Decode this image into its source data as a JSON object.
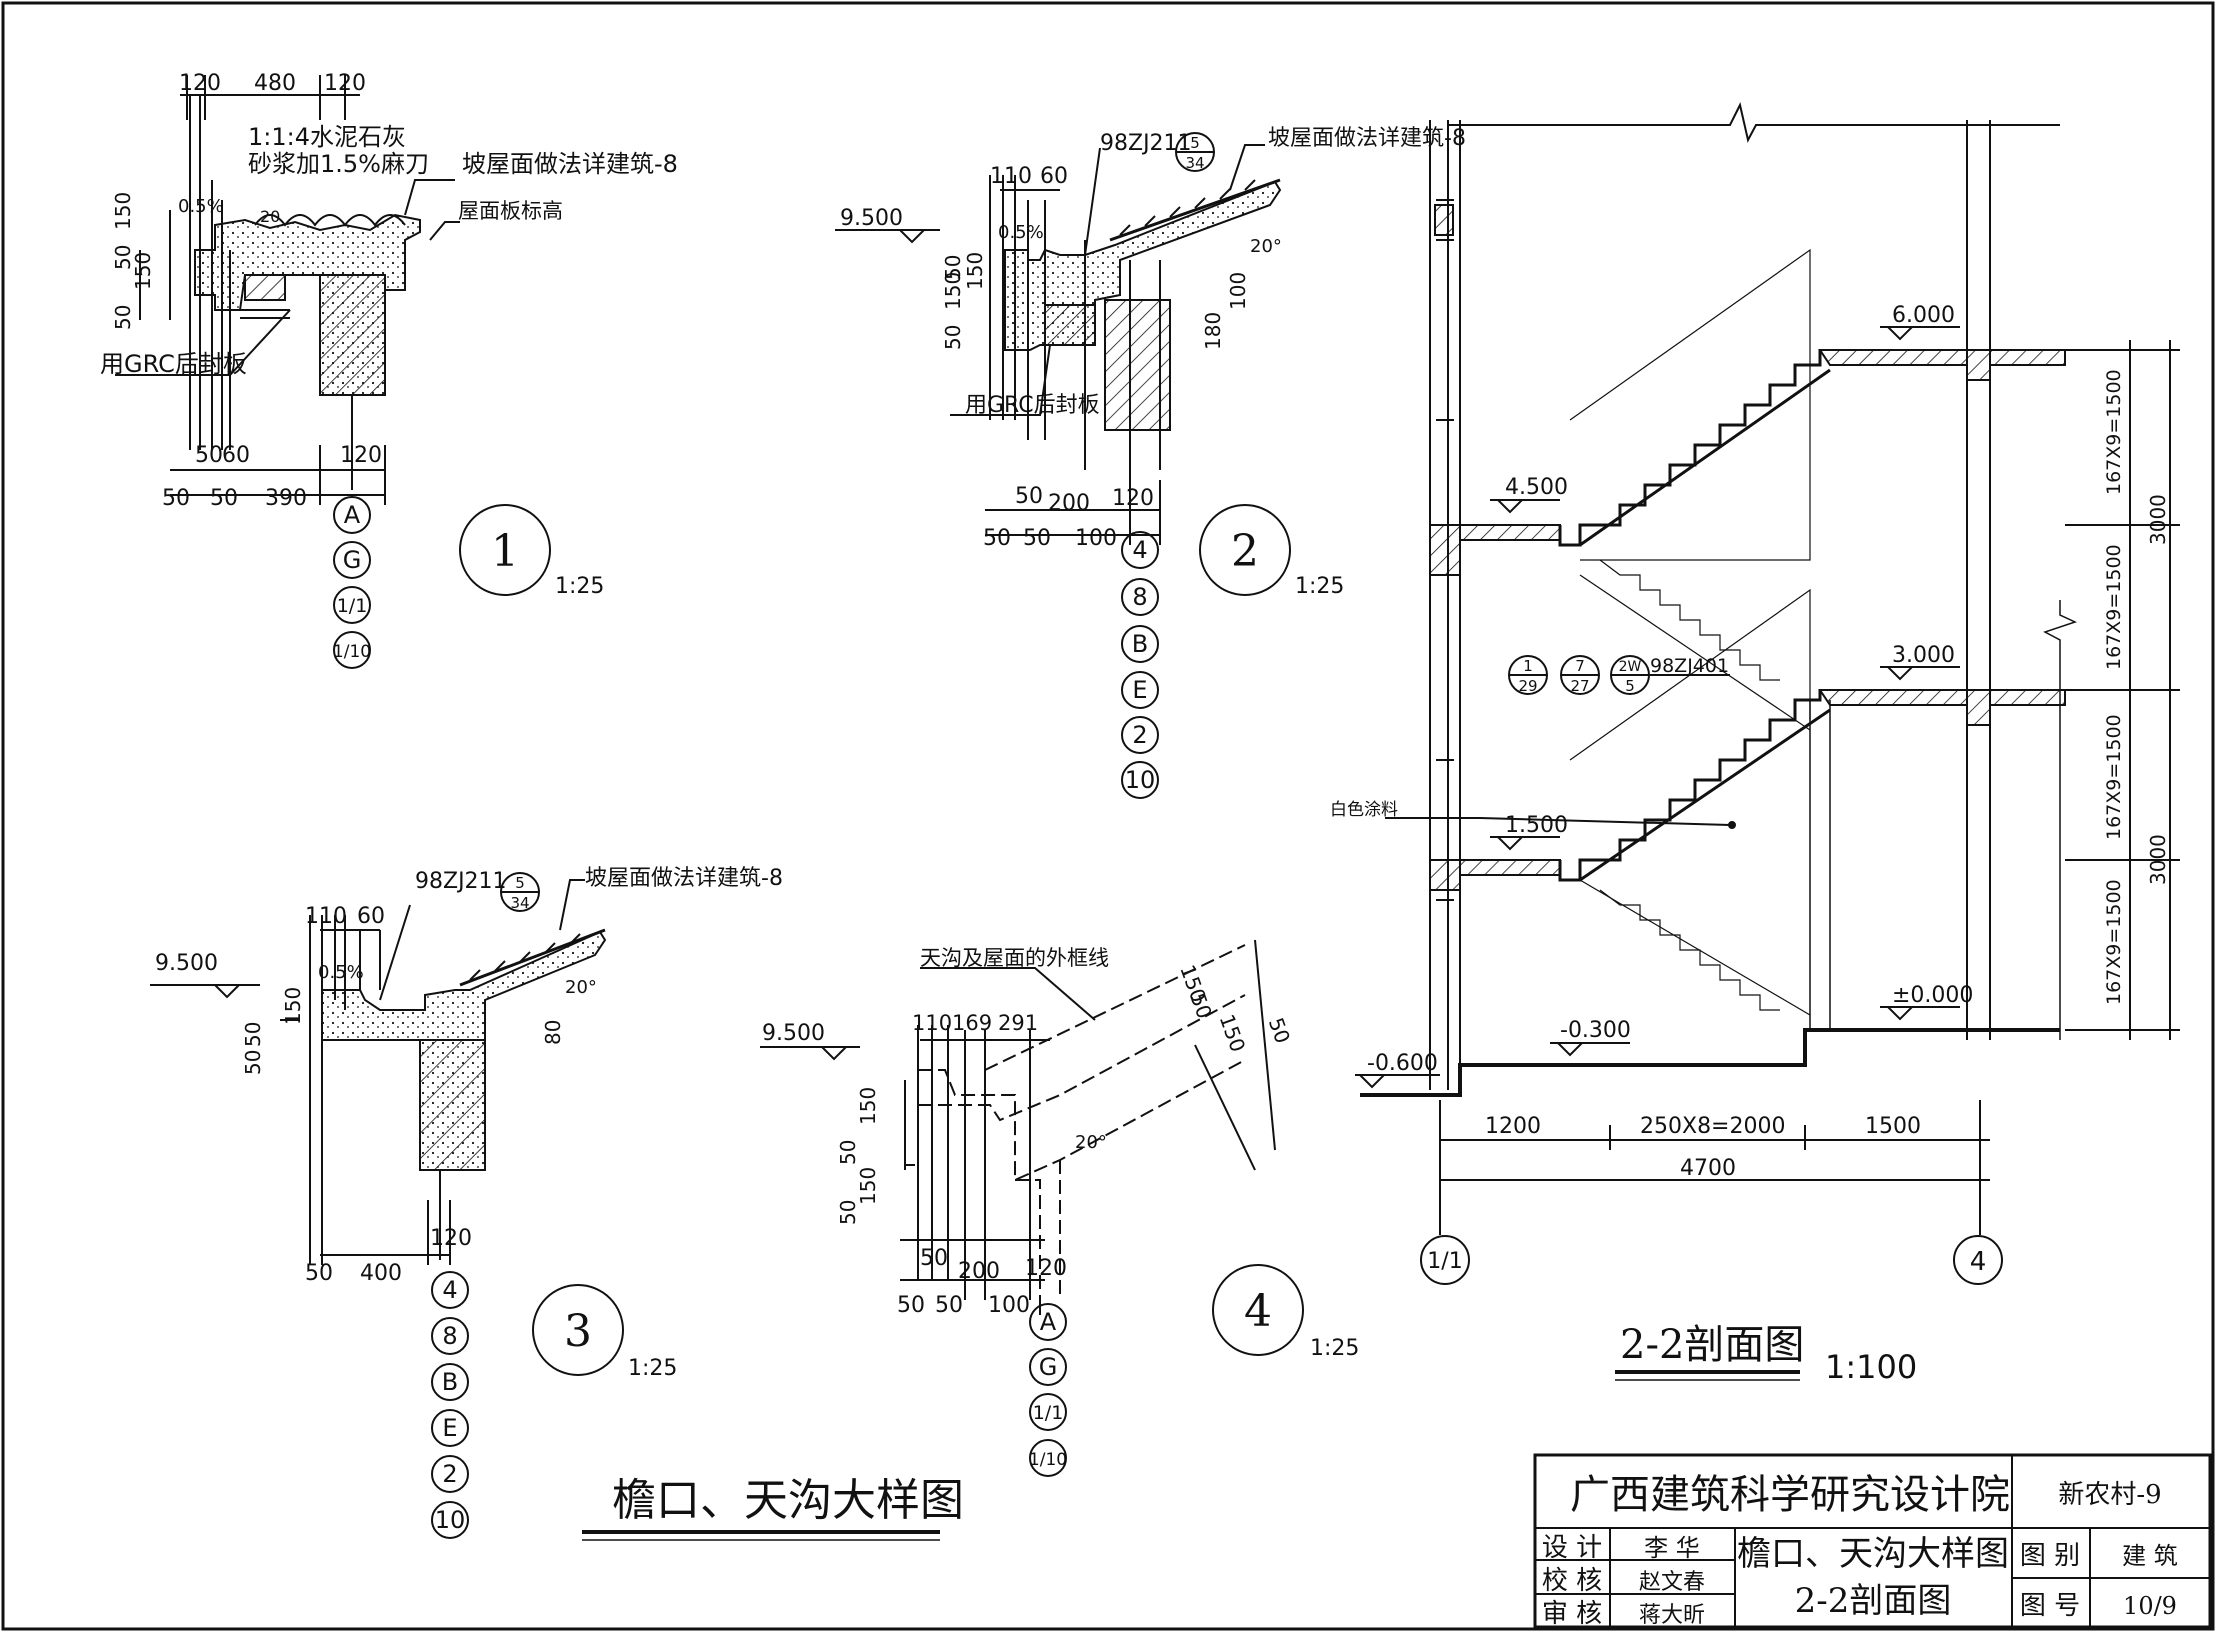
{
  "detail1": {
    "dims_top": [
      "120",
      "480",
      "120"
    ],
    "note_line1": "1:1:4水泥石灰",
    "note_line2": "砂浆加1.5%麻刀",
    "slope": "0.5%",
    "roof_note": "坡屋面做法详建筑-8",
    "slab_note": "屋面板标高",
    "dims_left": [
      "50",
      "150",
      "50",
      "150"
    ],
    "grc": "用GRC后封板",
    "dims_b1": [
      "50",
      "60",
      "120"
    ],
    "dims_b2": [
      "50",
      "50",
      "390"
    ],
    "axes": [
      "A",
      "G",
      "1/1",
      "1/10"
    ],
    "num": "1",
    "scale": "1:25",
    "dim_20": "20"
  },
  "detail2": {
    "ref": "98ZJ211",
    "ref_top": "5",
    "ref_bot": "34",
    "roof_note": "坡屋面做法详建筑-8",
    "dims_top": [
      "110",
      "60"
    ],
    "slope": "0.5%",
    "elev": "9.500",
    "dims_left": [
      "50",
      "150",
      "50",
      "150"
    ],
    "angle": "20°",
    "dims_right": [
      "100",
      "180"
    ],
    "grc": "用GRC后封板",
    "dims_b1": [
      "50",
      "200",
      "120"
    ],
    "dims_b2": [
      "50",
      "50",
      "100"
    ],
    "axes": [
      "4",
      "8",
      "B",
      "E",
      "2",
      "10"
    ],
    "num": "2",
    "scale": "1:25"
  },
  "detail3": {
    "ref": "98ZJ211",
    "ref_top": "5",
    "ref_bot": "34",
    "roof_note": "坡屋面做法详建筑-8",
    "dims_top": [
      "110",
      "60"
    ],
    "slope": "0.5%",
    "elev": "9.500",
    "dims_left": [
      "50",
      "50",
      "150"
    ],
    "angle": "20°",
    "dim_right": "80",
    "dim_b1": "120",
    "dims_b2": [
      "50",
      "400"
    ],
    "axes": [
      "4",
      "8",
      "B",
      "E",
      "2",
      "10"
    ],
    "num": "3",
    "scale": "1:25"
  },
  "detail4": {
    "label": "天沟及屋面的外框线",
    "elev": "9.500",
    "dims_top": [
      "110",
      "169",
      "291"
    ],
    "dims_left": [
      "50",
      "150",
      "50",
      "150"
    ],
    "angle": "20°",
    "dims_slope": [
      "150",
      "50",
      "150",
      "50"
    ],
    "dims_b1": [
      "50",
      "200",
      "120"
    ],
    "dims_b2": [
      "50",
      "50",
      "100"
    ],
    "axes": [
      "A",
      "G",
      "1/1",
      "1/10"
    ],
    "num": "4",
    "scale": "1:25"
  },
  "section": {
    "elevs": [
      "6.000",
      "4.500",
      "3.000",
      "1.500",
      "-0.300",
      "±0.000",
      "-0.600"
    ],
    "dims_right": [
      "167X9=1500",
      "167X9=1500",
      "167X9=1500",
      "167X9=1500"
    ],
    "dims_total": [
      "3000",
      "3000"
    ],
    "refs": [
      {
        "top": "1",
        "bot": "29"
      },
      {
        "top": "7",
        "bot": "27"
      },
      {
        "top": "2W",
        "bot": "5"
      }
    ],
    "ref_code": "98ZJ401",
    "paint": "白色涂料",
    "dims_bottom": [
      "1200",
      "250X8=2000",
      "1500"
    ],
    "dim_total": "4700",
    "axes": [
      "1/1",
      "4"
    ],
    "title": "2-2剖面图",
    "scale": "1:100"
  },
  "main_title": "檐口、天沟大样图",
  "title_block": {
    "institute": "广西建筑科学研究设计院",
    "project": "新农村-9",
    "roles": [
      "设 计",
      "校 核",
      "审 核"
    ],
    "names": [
      "李 华",
      "赵文春",
      "蒋大昕"
    ],
    "drawing_title_1": "檐口、天沟大样图",
    "drawing_title_2": "2-2剖面图",
    "type_label": "图 别",
    "type_value": "建 筑",
    "num_label": "图 号",
    "num_value": "10/9"
  }
}
